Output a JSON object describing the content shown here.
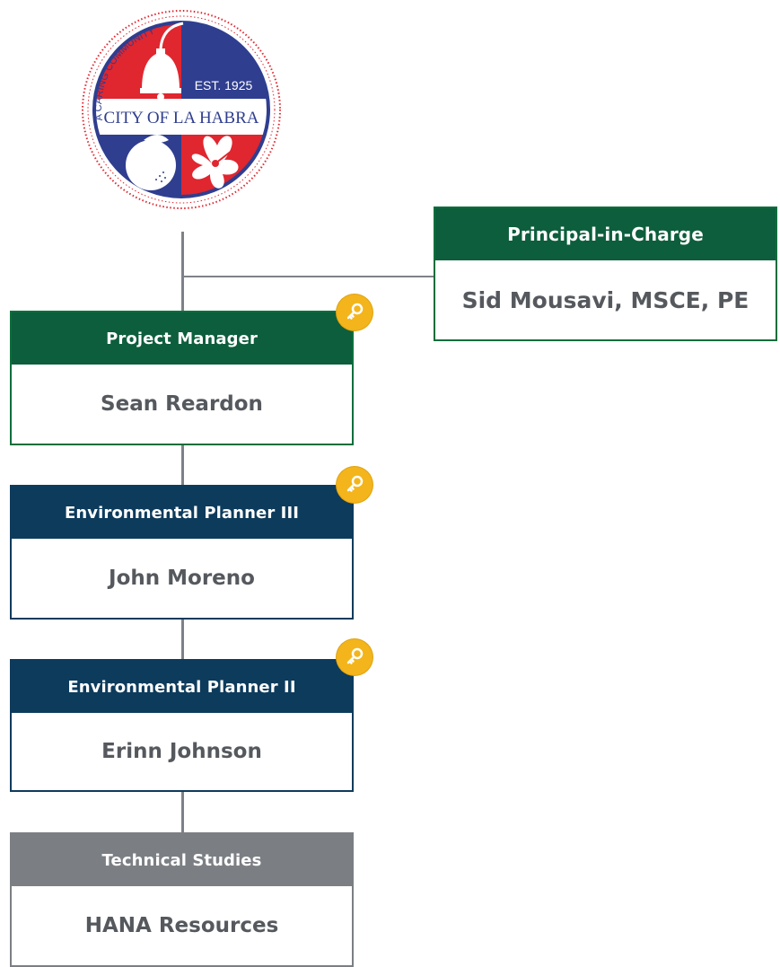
{
  "logo": {
    "name": "City of La Habra seal",
    "arc_text": "A CARING COMMUNITY",
    "est_text": "EST. 1925",
    "city_text": "CITY OF LA HABRA",
    "colors": {
      "red": "#e0262f",
      "blue": "#2f3e8f",
      "white": "#ffffff"
    }
  },
  "colors": {
    "green_header": "#0d5e3c",
    "green_border": "#0d6e3c",
    "navy_header": "#0d3b5c",
    "navy_border": "#0d3b5c",
    "gray_header": "#7b7f84",
    "gray_border": "#7b7f84",
    "connector": "#7d8288",
    "key_badge": "#f3b51b"
  },
  "principal": {
    "role": "Principal-in-Charge",
    "name": "Sid Mousavi, MSCE, PE"
  },
  "project_manager": {
    "role": "Project Manager",
    "name": "Sean Reardon",
    "key_icon": "key-icon"
  },
  "planner_iii": {
    "role": "Environmental Planner III",
    "name": "John Moreno",
    "key_icon": "key-icon"
  },
  "planner_ii": {
    "role": "Environmental Planner II",
    "name": "Erinn Johnson",
    "key_icon": "key-icon"
  },
  "technical": {
    "role": "Technical Studies",
    "name": "HANA Resources"
  }
}
